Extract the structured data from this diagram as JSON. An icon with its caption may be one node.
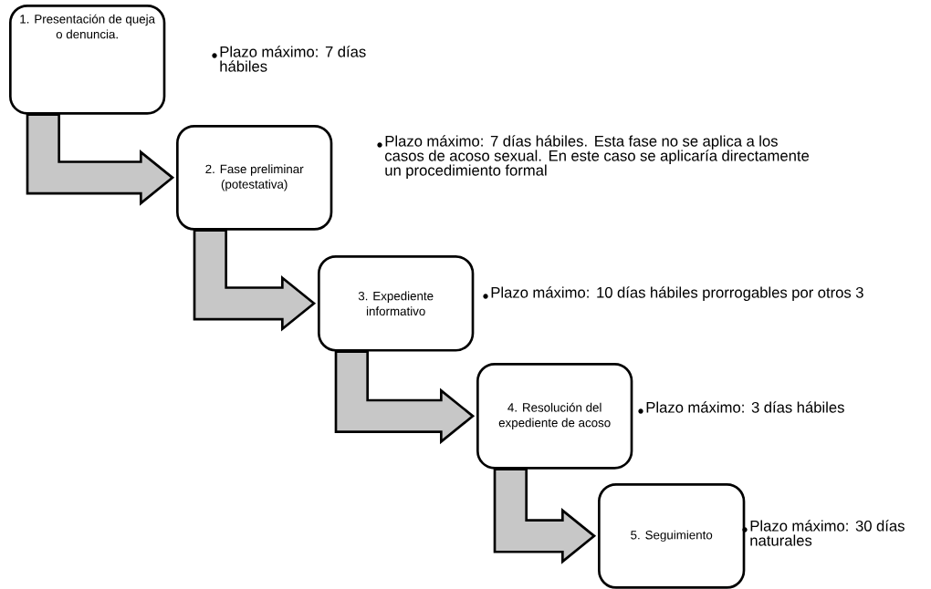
{
  "diagram": {
    "nodes": [
      {
        "text": [
          "1. Presentación de queja o denuncia."
        ],
        "beside": [
          "Plazo máximo: 7 días hábiles"
        ]
      },
      {
        "text": [
          "2. Fase preliminar (potestativa)"
        ],
        "beside": [
          "Plazo máximo: 7 días hábiles. Esta fase no se aplica a los casos de acoso sexual. En este caso se aplicaría directamente un procedimiento formal"
        ]
      },
      {
        "text": [
          "3. Expediente informativo"
        ],
        "beside": [
          "Plazo máximo: 10 días hábiles prorrogables por otros 3"
        ]
      },
      {
        "text": [
          "4. Resolución del expediente de acoso"
        ],
        "beside": [
          "Plazo máximo: 3 días hábiles"
        ]
      },
      {
        "text": [
          "5. Seguimiento"
        ],
        "beside": [
          "Plazo máximo: 30 días naturales"
        ]
      }
    ],
    "edges": [
      {
        "from": 0,
        "to": 1,
        "arrow": "to"
      },
      {
        "from": 1,
        "to": 2,
        "arrow": "to"
      },
      {
        "from": 2,
        "to": 3,
        "arrow": "to"
      },
      {
        "from": 3,
        "to": 4,
        "arrow": "to"
      }
    ]
  }
}
